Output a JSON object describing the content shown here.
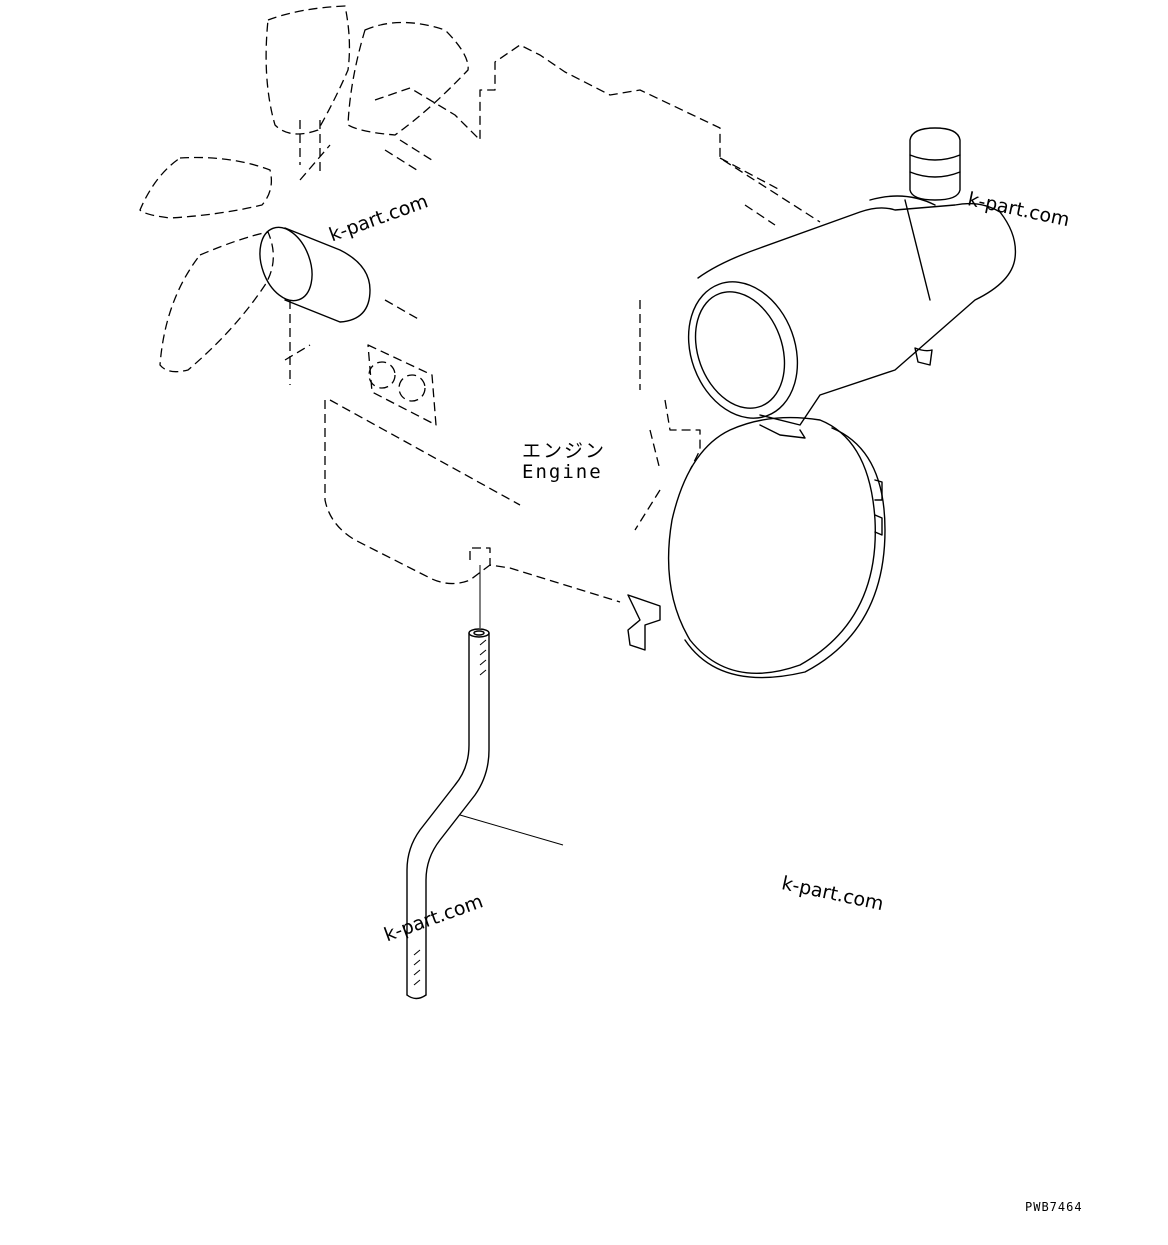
{
  "labels": {
    "engine_jp": "エンジン",
    "engine_en": "Engine"
  },
  "watermarks": [
    "k-part.com",
    "k-part.com",
    "k-part.com",
    "k-part.com"
  ],
  "drawing_code": "PWB7464"
}
